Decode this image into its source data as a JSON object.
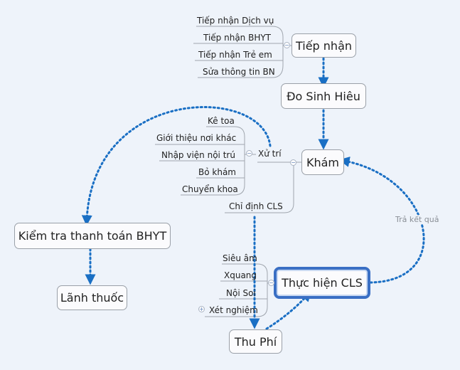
{
  "nodes": {
    "tiep_nhan": "Tiếp nhận",
    "do_sinh_hieu": "Đo Sinh Hiêu",
    "kham": "Khám",
    "kiem_tra_bhyt": "Kiểm tra thanh toán BHYT",
    "lanh_thuoc": "Lãnh thuốc",
    "thuc_hien_cls": "Thực hiện CLS",
    "thu_phi": "Thu Phí"
  },
  "tiep_nhan_children": [
    "Tiếp nhận Dịch vụ",
    "Tiếp nhận BHYT",
    "Tiếp nhận Trẻ em",
    "Sửa thông tin BN"
  ],
  "kham_children": {
    "xu_tri": "Xử trí",
    "chi_dinh_cls": "Chỉ định CLS"
  },
  "xu_tri_children": [
    "Kê toa",
    "Giới thiệu nơi khác",
    "Nhập viện nội trú",
    "Bỏ khám",
    "Chuyển khoa"
  ],
  "cls_children": [
    "Siêu âm",
    "Xquang",
    "Nội Soi",
    "Xét nghiệm"
  ],
  "edge_labels": {
    "tra_ket_qua": "Trả kết quả"
  },
  "colors": {
    "background": "#eef3fa",
    "dotted_link": "#1a6fc4",
    "branch_line": "#a0a6ae",
    "selected_border": "#3a6fc4"
  }
}
